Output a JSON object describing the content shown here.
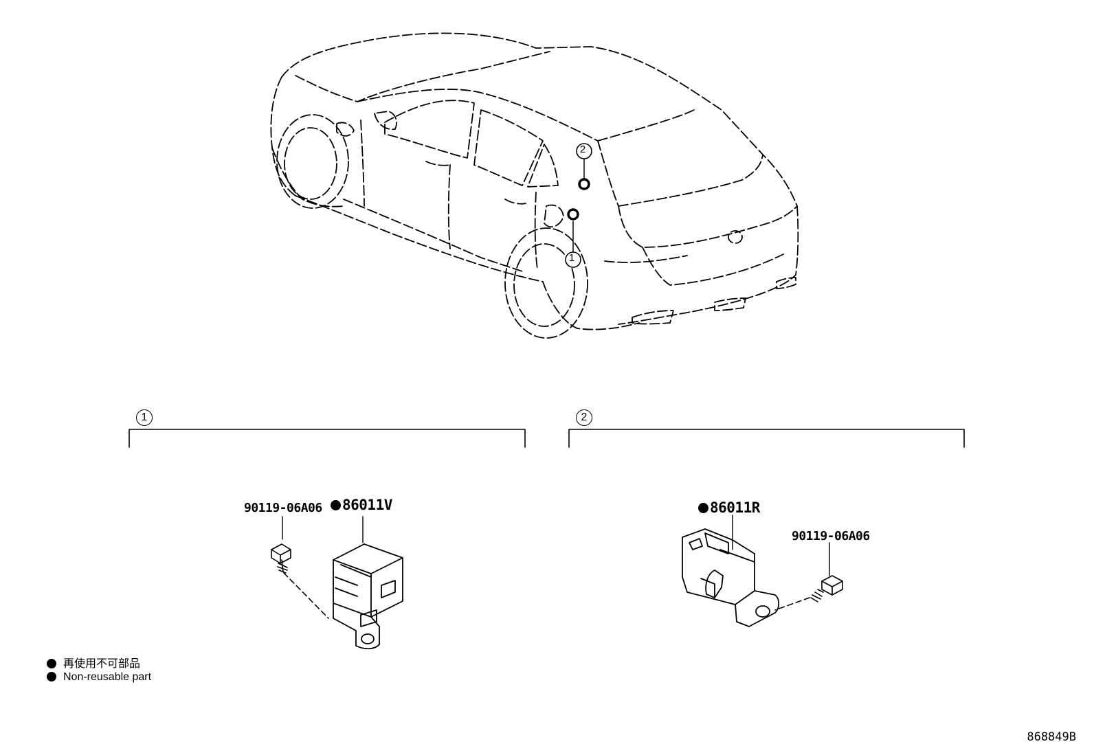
{
  "callouts": {
    "section1": "1",
    "section2": "2",
    "car_1": "1",
    "car_2": "2"
  },
  "parts": {
    "left_bolt": "90119-06A06",
    "left_sensor": "86011V",
    "right_sensor": "86011R",
    "right_bolt": "90119-06A06"
  },
  "legend": {
    "japanese": "再使用不可部品",
    "english": "Non-reusable part"
  },
  "doc_id": "868849B"
}
